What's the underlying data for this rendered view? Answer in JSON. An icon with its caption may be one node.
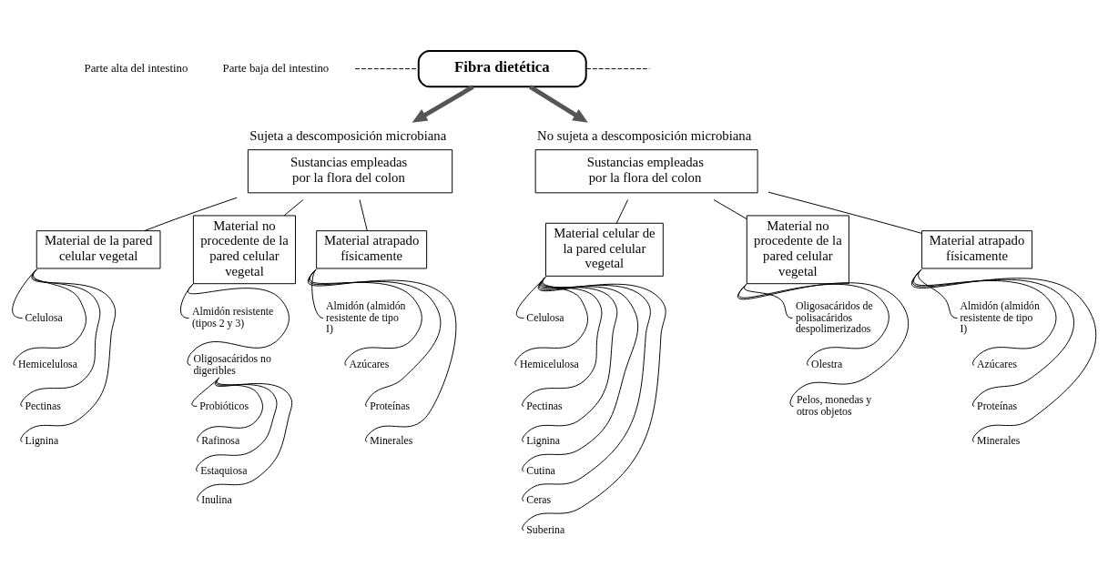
{
  "diagram": {
    "nodes": [
      {
        "text": [
          "Fibra dietética"
        ]
      },
      {
        "text": [
          "Sujeta a descomposición microbiana",
          "Sustancias empleadas por la flora del colon"
        ]
      },
      {
        "text": [
          "Material de la pared celular vegetal"
        ]
      },
      {
        "text": [
          "Material no procedente de la pared celular vegetal"
        ]
      },
      {
        "text": [
          "Material atrapado físicamente"
        ]
      },
      {
        "text": [
          "Celulosa"
        ]
      },
      {
        "text": [
          "Hemicelulosa"
        ]
      },
      {
        "text": [
          "Pectinas"
        ]
      },
      {
        "text": [
          "Lignina"
        ]
      },
      {
        "text": [
          "Almidón resistente (tipos 2 y 3)"
        ]
      },
      {
        "text": [
          "Oligosacáridos no digeribles"
        ]
      },
      {
        "text": [
          "Probióticos"
        ]
      },
      {
        "text": [
          "Rafinosa"
        ]
      },
      {
        "text": [
          "Estaquiosa"
        ]
      },
      {
        "text": [
          "Inulina"
        ]
      },
      {
        "text": [
          "Almidón (almidón resistente de tipo I)"
        ]
      },
      {
        "text": [
          "Azúcares"
        ]
      },
      {
        "text": [
          "Proteínas"
        ]
      },
      {
        "text": [
          "Minerales"
        ]
      },
      {
        "text": [
          "No sujeta a descomposición microbiana",
          "Sustancias empleadas por la flora del colon"
        ]
      },
      {
        "text": [
          "Material celular de la pared celular vegetal"
        ]
      },
      {
        "text": [
          "Material no procedente de la pared celular vegetal"
        ]
      },
      {
        "text": [
          "Material atrapado físicamente"
        ]
      },
      {
        "text": [
          "Celulosa"
        ]
      },
      {
        "text": [
          "Hemicelulosa"
        ]
      },
      {
        "text": [
          "Pectinas"
        ]
      },
      {
        "text": [
          "Lignina"
        ]
      },
      {
        "text": [
          "Cutina"
        ]
      },
      {
        "text": [
          "Ceras"
        ]
      },
      {
        "text": [
          "Suberina"
        ]
      },
      {
        "text": [
          "Oligosacáridos de polisacáridos despolimerizados"
        ]
      },
      {
        "text": [
          "Olestra"
        ]
      },
      {
        "text": [
          "Pelos, monedas y otros objetos"
        ]
      },
      {
        "text": [
          "Almidón (almidón resistente de tipo I)"
        ]
      },
      {
        "text": [
          "Azúcares"
        ]
      },
      {
        "text": [
          "Proteínas"
        ]
      },
      {
        "text": [
          "Minerales"
        ]
      }
    ],
    "edges": [
      {
        "from": 0,
        "to": null,
        "arrow": "none",
        "style": "dashed"
      },
      {
        "from": 0,
        "to": null,
        "arrow": "none",
        "style": "dashed"
      },
      {
        "from": 0,
        "to": 1,
        "arrow": "to",
        "style": "thick",
        "color": "#555555"
      },
      {
        "from": 0,
        "to": 19,
        "arrow": "to",
        "style": "thick",
        "color": "#555555"
      },
      {
        "from": 1,
        "to": 2,
        "arrow": "none"
      },
      {
        "from": 1,
        "to": 3,
        "arrow": "none"
      },
      {
        "from": 1,
        "to": 4,
        "arrow": "none"
      },
      {
        "from": 2,
        "to": 5,
        "arrow": "none"
      },
      {
        "from": 2,
        "to": 6,
        "arrow": "none"
      },
      {
        "from": 2,
        "to": 7,
        "arrow": "none"
      },
      {
        "from": 2,
        "to": 8,
        "arrow": "none"
      },
      {
        "from": 3,
        "to": 9,
        "arrow": "none"
      },
      {
        "from": 3,
        "to": 10,
        "arrow": "none"
      },
      {
        "from": 10,
        "to": 11,
        "arrow": "none"
      },
      {
        "from": 10,
        "to": 12,
        "arrow": "none"
      },
      {
        "from": 10,
        "to": 13,
        "arrow": "none"
      },
      {
        "from": 10,
        "to": 14,
        "arrow": "none"
      },
      {
        "from": 4,
        "to": 15,
        "arrow": "none"
      },
      {
        "from": 4,
        "to": 16,
        "arrow": "none"
      },
      {
        "from": 4,
        "to": 17,
        "arrow": "none"
      },
      {
        "from": 4,
        "to": 18,
        "arrow": "none"
      },
      {
        "from": 19,
        "to": 20,
        "arrow": "none"
      },
      {
        "from": 19,
        "to": 21,
        "arrow": "none"
      },
      {
        "from": 19,
        "to": 22,
        "arrow": "none"
      },
      {
        "from": 20,
        "to": 23,
        "arrow": "none"
      },
      {
        "from": 20,
        "to": 24,
        "arrow": "none"
      },
      {
        "from": 20,
        "to": 25,
        "arrow": "none"
      },
      {
        "from": 20,
        "to": 26,
        "arrow": "none"
      },
      {
        "from": 20,
        "to": 27,
        "arrow": "none"
      },
      {
        "from": 20,
        "to": 28,
        "arrow": "none"
      },
      {
        "from": 20,
        "to": 29,
        "arrow": "none"
      },
      {
        "from": 21,
        "to": 30,
        "arrow": "none"
      },
      {
        "from": 21,
        "to": 31,
        "arrow": "none"
      },
      {
        "from": 21,
        "to": 32,
        "arrow": "none"
      },
      {
        "from": 22,
        "to": 33,
        "arrow": "none"
      },
      {
        "from": 22,
        "to": 34,
        "arrow": "none"
      },
      {
        "from": 22,
        "to": 35,
        "arrow": "none"
      },
      {
        "from": 22,
        "to": 36,
        "arrow": "none"
      }
    ],
    "labels": [
      "Parte alta del intestino",
      "Parte baja del intestino"
    ]
  }
}
